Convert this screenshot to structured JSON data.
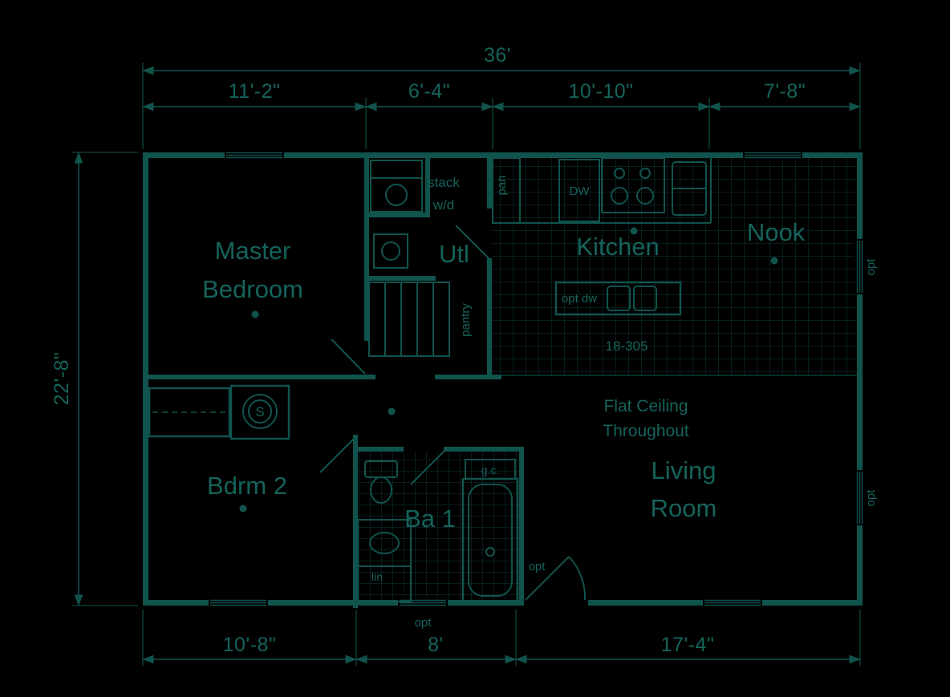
{
  "colors": {
    "background": "#000000",
    "line": "#11534d",
    "text": "#15635b",
    "grid": "#0b3b37"
  },
  "dimensions": {
    "top_total": "36'",
    "top_segments": [
      {
        "label": "11'-2\""
      },
      {
        "label": "6'-4\""
      },
      {
        "label": "10'-10\""
      },
      {
        "label": "7'-8\""
      }
    ],
    "left_total": "22'-8\"",
    "bottom_segments": [
      {
        "label": "10'-8\""
      },
      {
        "label": "8'"
      },
      {
        "label": "17'-4\""
      }
    ]
  },
  "rooms": {
    "master_bedroom": {
      "line1": "Master",
      "line2": "Bedroom"
    },
    "utility": {
      "label": "Utl"
    },
    "kitchen": {
      "label": "Kitchen"
    },
    "nook": {
      "label": "Nook"
    },
    "bedroom2": {
      "label": "Bdrm 2"
    },
    "bath1": {
      "label": "Ba 1"
    },
    "living_room": {
      "line1": "Living",
      "line2": "Room"
    }
  },
  "annotations": {
    "stack_wd_line1": "stack",
    "stack_wd_line2": "w/d",
    "pan": "pan",
    "pantry": "pantry",
    "dw": "DW",
    "opt_dw": "opt dw",
    "model_number": "18-305",
    "flat_ceiling_line1": "Flat Ceiling",
    "flat_ceiling_line2": "Throughout",
    "gc": "g.c.",
    "lin": "lin",
    "opt_entry_door": "opt",
    "opt_bottom_window": "opt",
    "opt_right_upper_window": "opt",
    "opt_right_lower_window": "opt",
    "water_heater": "S"
  }
}
